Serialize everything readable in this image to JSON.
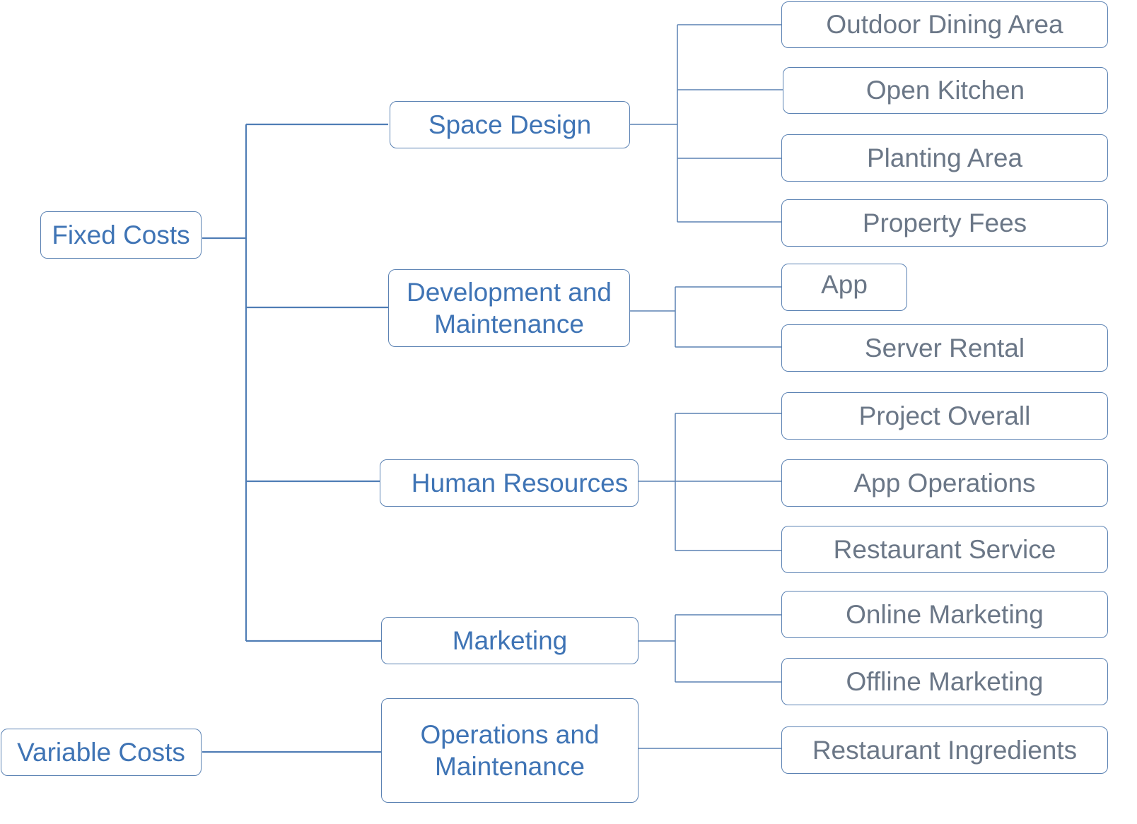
{
  "colors": {
    "line": "#4f7db5",
    "box_border": "#5b82b3",
    "primary_text": "#3f74b5",
    "leaf_text": "#6b7787"
  },
  "roots": {
    "fixed": "Fixed Costs",
    "variable": "Variable Costs"
  },
  "categories": {
    "space_design": "Space Design",
    "development": "Development and\nMaintenance",
    "human_resources": "Human Resources",
    "marketing": "Marketing",
    "operations": "Operations and\nMaintenance"
  },
  "items": {
    "outdoor_dining": "Outdoor Dining Area",
    "open_kitchen": "Open Kitchen",
    "planting_area": "Planting Area",
    "property_fees": "Property Fees",
    "app": "App",
    "server_rental": "Server Rental",
    "project_overall": "Project Overall",
    "app_operations": "App Operations",
    "restaurant_service": "Restaurant Service",
    "online_marketing": "Online Marketing",
    "offline_marketing": "Offline Marketing",
    "restaurant_ingredients": "Restaurant Ingredients"
  }
}
